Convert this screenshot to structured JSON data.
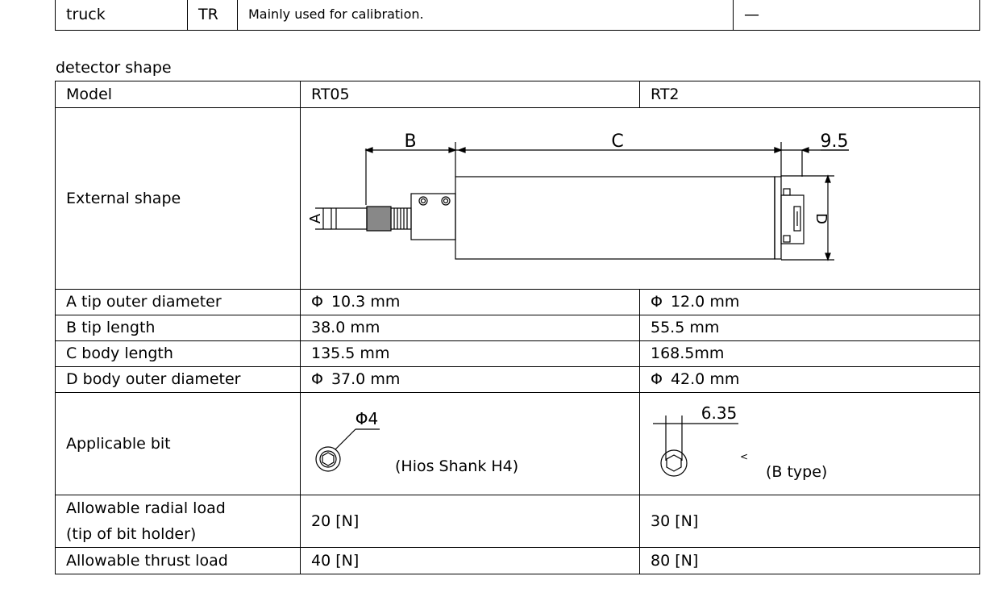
{
  "top_row": {
    "name": "truck",
    "code": "TR",
    "description": "Mainly used for calibration.",
    "note": "—"
  },
  "section_title": "detector shape",
  "headers": {
    "label": "Model",
    "col1": "RT05",
    "col2": "RT2"
  },
  "external_shape": {
    "label": "External shape",
    "dims": {
      "b": "B",
      "c": "C",
      "width": "9.5",
      "a": "A",
      "d": "D"
    }
  },
  "rows": [
    {
      "label": "A tip outer diameter",
      "phi1": "Φ",
      "rt05": "10.3 mm",
      "phi2": "Φ",
      "rt2": "12.0 mm"
    },
    {
      "label": "B tip length",
      "rt05": "38.0 mm",
      "rt2": "55.5 mm"
    },
    {
      "label": "C body length",
      "rt05": "135.5 mm",
      "rt2": "168.5mm"
    },
    {
      "label": "D body outer diameter",
      "phi1": "Φ",
      "rt05": "37.0 mm",
      "phi2": "Φ",
      "rt2": "42.0 mm"
    }
  ],
  "applicable_bit": {
    "label": "Applicable bit",
    "rt05_dim": "Φ4",
    "rt05_caption": "(Hios Shank H4)",
    "rt2_dim": "6.35",
    "rt2_mark": "<",
    "rt2_caption": "(B type)"
  },
  "radial_load": {
    "label_line1": "Allowable radial load",
    "label_line2": "(tip of bit holder)",
    "rt05": "20 [N]",
    "rt2": "30 [N]"
  },
  "thrust_load": {
    "label": "Allowable thrust load",
    "rt05": "40 [N]",
    "rt2": "80 [N]"
  }
}
